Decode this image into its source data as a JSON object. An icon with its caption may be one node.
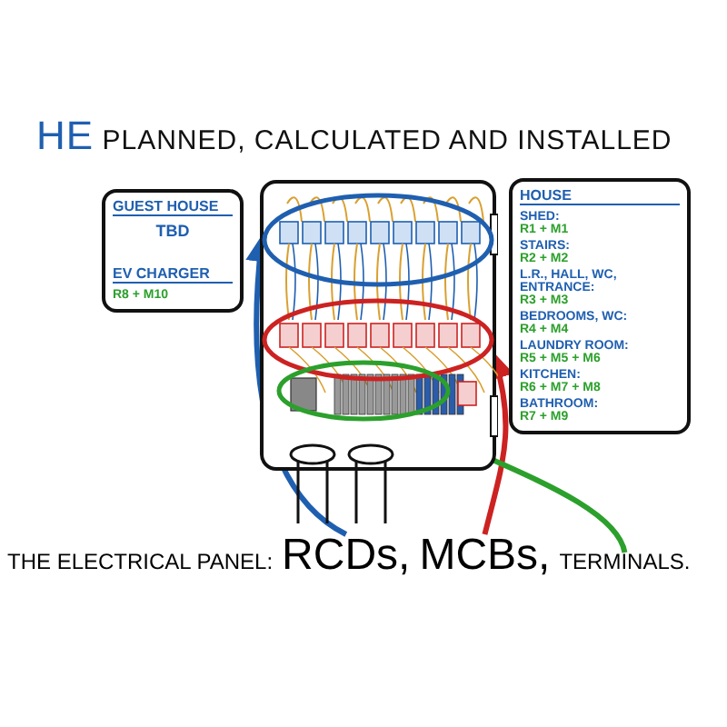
{
  "diagram": {
    "title": "HE PLANNED, CALCULATED AND INSTALLED",
    "nodes": [
      {
        "text": [],
        "shape": "picture"
      },
      {
        "text": [],
        "shape": "ellipse",
        "in": 0
      },
      {
        "text": [],
        "shape": "ellipse",
        "in": 0
      },
      {
        "text": [],
        "shape": "ellipse",
        "in": 0
      },
      {
        "text": [
          "GUEST HOUSE",
          "TBD",
          "EV CHARGER",
          "R8 + M10"
        ]
      },
      {
        "text": [
          "HOUSE",
          "SHED:",
          "R1 + M1",
          "STAIRS:",
          "R2 + M2",
          "L.R., HALL, WC, ENTRANCE:",
          "R3 + M3",
          "BEDROOMS, WC:",
          "R4 + M4",
          "LAUNDRY ROOM:",
          "R5 + M5 + M6",
          "KITCHEN:",
          "R6 + M7 + M8",
          "BATHROOM:",
          "R7 + M9"
        ]
      },
      {
        "text": [
          "RCDs,"
        ]
      },
      {
        "text": [
          "MCBs,"
        ]
      },
      {
        "text": [
          "TERMINALS."
        ]
      }
    ],
    "edges": [
      {
        "from": 6,
        "to": 1,
        "arrow": "to",
        "color": "#1f5fb0"
      },
      {
        "from": 7,
        "to": 2,
        "arrow": "to",
        "color": "#cc2222"
      },
      {
        "from": 8,
        "to": 3,
        "arrow": "to",
        "color": "#2ca02c"
      }
    ],
    "labels": [
      "THE ELECTRICAL PANEL:"
    ]
  }
}
